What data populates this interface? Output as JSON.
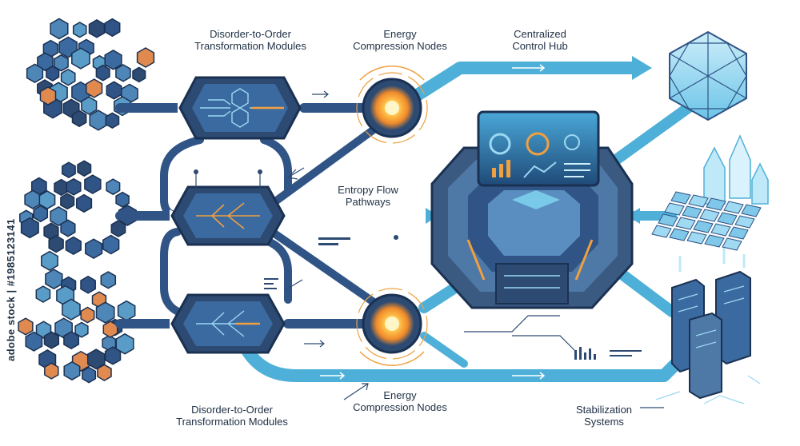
{
  "labels": {
    "dto_top": [
      "Disorder-to-Order",
      "Transformation Modules"
    ],
    "energy_top": [
      "Energy",
      "Compression Nodes"
    ],
    "hub": [
      "Centralized",
      "Control Hub"
    ],
    "entropy": [
      "Entropy Flow",
      "Pathways"
    ],
    "dto_bottom": [
      "Disorder-to-Order",
      "Transformation Modules"
    ],
    "energy_bottom": [
      "Energy",
      "Compression Nodes"
    ],
    "stabilization": [
      "Stabilization",
      "Systems"
    ]
  },
  "watermark": "adobe stock | #1985123141",
  "colors": {
    "navy": "#2c4a72",
    "pipe_dark": "#2f5485",
    "pipe_light": "#4eb0d8",
    "cyan": "#7fd3f0",
    "orange": "#f0a040",
    "hex_orange": "#e08a50"
  },
  "icons": [
    "hex-cluster-icon",
    "transformation-module-icon",
    "energy-node-icon",
    "control-hub-icon",
    "crystal-icon",
    "server-icon"
  ]
}
